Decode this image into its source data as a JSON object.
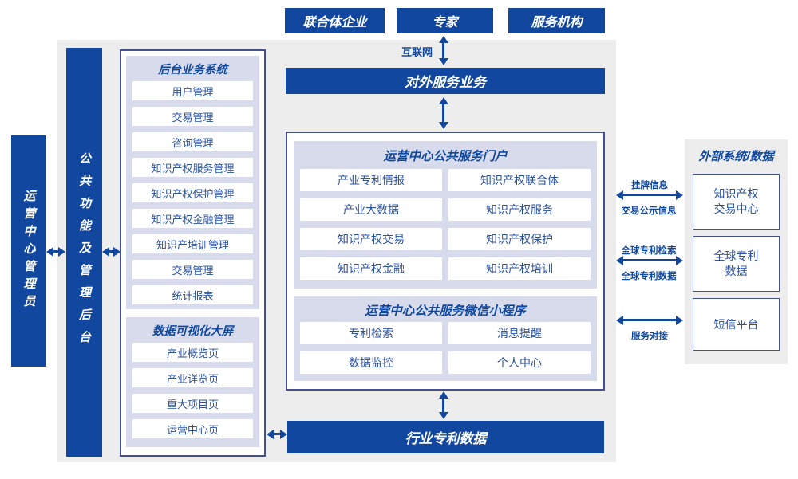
{
  "colors": {
    "primary_blue": "#11479e",
    "panel_border": "#44508f",
    "lavender": "#d7dbeb",
    "background_gray": "#ededed",
    "item_text_blue": "#2b52a0",
    "white": "#ffffff"
  },
  "top_actors": {
    "box1": "联合体企业",
    "box2": "专家",
    "box3": "服务机构"
  },
  "labels": {
    "internet": "互联网"
  },
  "bars": {
    "external_service": "对外服务业务",
    "industry_patent": "行业专利数据"
  },
  "vertical": {
    "admin": "运营中心管理员",
    "backend": "公共功能及管理后台"
  },
  "left_panel": {
    "backend_system": {
      "title": "后台业务系统",
      "items": [
        "用户管理",
        "交易管理",
        "咨询管理",
        "知识产权服务管理",
        "知识产权保护管理",
        "知识产权金融管理",
        "知识产培训管理",
        "交易管理",
        "统计报表"
      ]
    },
    "data_screen": {
      "title": "数据可视化大屏",
      "items": [
        "产业概览页",
        "产业详览页",
        "重大项目页",
        "运营中心页"
      ]
    }
  },
  "center_panel": {
    "portal": {
      "title": "运营中心公共服务门户",
      "left": [
        "产业专利情报",
        "产业大数据",
        "知识产权交易",
        "知识产权金融"
      ],
      "right": [
        "知识产权联合体",
        "知识产权服务",
        "知识产权保护",
        "知识产权培训"
      ]
    },
    "miniprogram": {
      "title": "运营中心公共服务微信小程序",
      "left": [
        "专利检索",
        "数据监控"
      ],
      "right": [
        "消息提醒",
        "个人中心"
      ]
    }
  },
  "right_panel": {
    "title": "外部系统/数据",
    "box1_line1": "知识产权",
    "box1_line2": "交易中心",
    "box2_line1": "全球专利",
    "box2_line2": "数据",
    "box3_line1": "短信平台",
    "link1_top": "挂牌信息",
    "link1_bottom": "交易公示信息",
    "link2_top": "全球专利检索",
    "link2_bottom": "全球专利数据",
    "link3_bottom": "服务对接"
  }
}
